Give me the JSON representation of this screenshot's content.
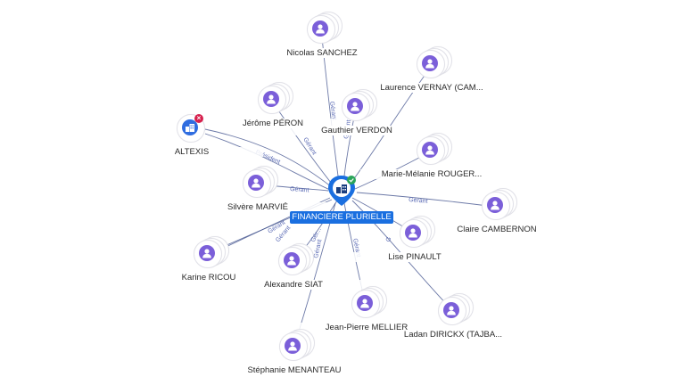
{
  "center": {
    "label": "FINANCIERE PLURIELLE",
    "type": "company",
    "status": "active",
    "icon": "building-icon"
  },
  "nodes": [
    {
      "id": "nicolas",
      "label": "Nicolas SANCHEZ",
      "type": "person",
      "relation": "Gérant"
    },
    {
      "id": "laurence",
      "label": "Laurence VERNAY (CAM...",
      "type": "person",
      "relation": ""
    },
    {
      "id": "jerome",
      "label": "Jérôme PÉRON",
      "type": "person",
      "relation": "Gérant"
    },
    {
      "id": "gauthier",
      "label": "Gauthier VERDON",
      "type": "person",
      "relation": "Gérant"
    },
    {
      "id": "altexis",
      "label": "ALTEXIS",
      "type": "company",
      "status": "closed",
      "relation": "Président"
    },
    {
      "id": "marie",
      "label": "Marie-Mélanie ROUGER...",
      "type": "person",
      "relation": "G"
    },
    {
      "id": "silvere",
      "label": "Silvère MARVIÉ",
      "type": "person",
      "relation": "Gérant"
    },
    {
      "id": "claire",
      "label": "Claire CAMBERNON",
      "type": "person",
      "relation": "Gérant"
    },
    {
      "id": "lise",
      "label": "Lise PINAULT",
      "type": "person",
      "relation": "Gérant"
    },
    {
      "id": "karine",
      "label": "Karine RICOU",
      "type": "person",
      "relation": "Gérant"
    },
    {
      "id": "alexandre",
      "label": "Alexandre SIAT",
      "type": "person",
      "relation": "Gérant"
    },
    {
      "id": "jeanpierre",
      "label": "Jean-Pierre MELLIER",
      "type": "person",
      "relation": "Gérant"
    },
    {
      "id": "ladan",
      "label": "Ladan DIRICKX (TAJBA...",
      "type": "person",
      "relation": "G"
    },
    {
      "id": "stephanie",
      "label": "Stéphanie MENANTEAU",
      "type": "person",
      "relation": "Gérant"
    }
  ],
  "edge_labels": {
    "nicolas": "Gérant",
    "jerome": "Gérant",
    "gauthier": "Gérant",
    "altexis": "Président",
    "silvere": "Gérant",
    "claire": "Gérant",
    "lise": "G",
    "marie": "G",
    "karine": "Gérant",
    "karine2": "Gérant",
    "alexandre": "Gér...",
    "jeanpierre": "Gérant",
    "stephanie": "Gérant"
  },
  "colors": {
    "person_icon": "#7b5fd9",
    "company_icon": "#2f6de0",
    "center_label_bg": "#1a6fe0",
    "edge": "#3b4c8a",
    "badge_closed": "#d6204d",
    "badge_active": "#2aa55a"
  }
}
